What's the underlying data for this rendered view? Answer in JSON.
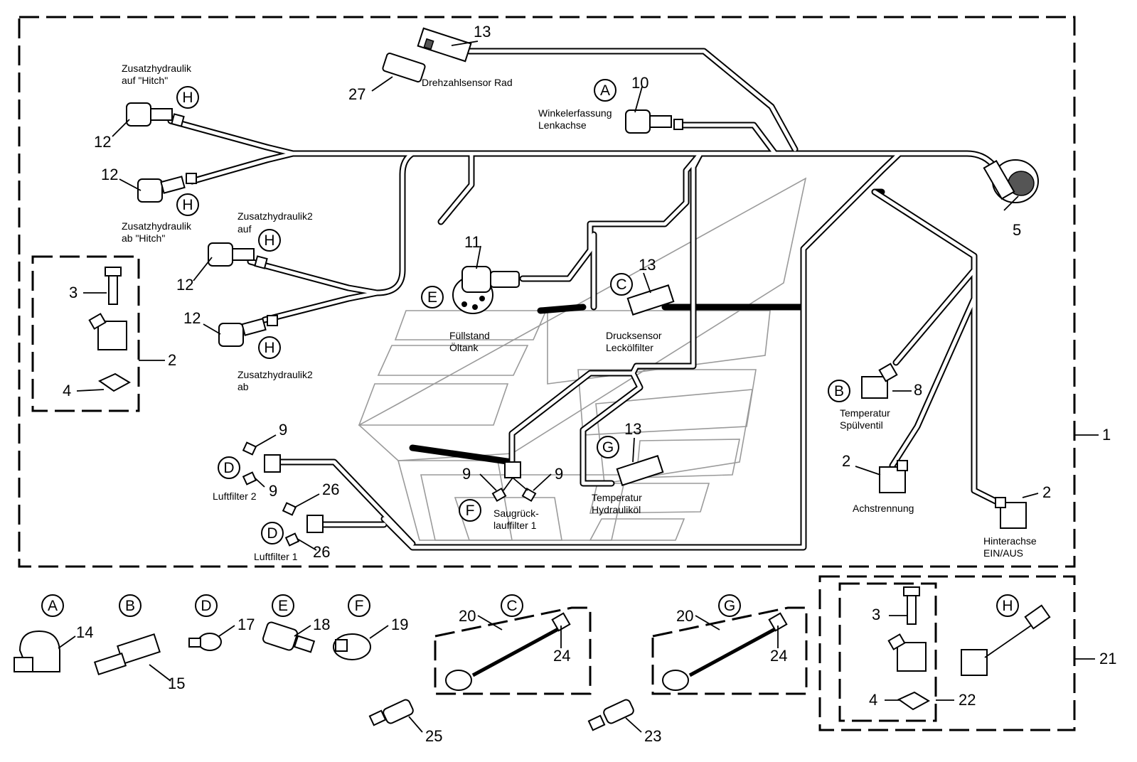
{
  "numbers": {
    "n1": "1",
    "n2a": "2",
    "n2b": "2",
    "n2c": "2",
    "n3a": "3",
    "n3b": "3",
    "n4a": "4",
    "n4b": "4",
    "n5": "5",
    "n8": "8",
    "n9a": "9",
    "n9b": "9",
    "n9c": "9",
    "n9d": "9",
    "n10": "10",
    "n11": "11",
    "n12a": "12",
    "n12b": "12",
    "n12c": "12",
    "n12d": "12",
    "n13a": "13",
    "n13b": "13",
    "n13c": "13",
    "n14": "14",
    "n15": "15",
    "n17": "17",
    "n18": "18",
    "n19": "19",
    "n20a": "20",
    "n20b": "20",
    "n21": "21",
    "n22": "22",
    "n23": "23",
    "n24a": "24",
    "n24b": "24",
    "n25": "25",
    "n26a": "26",
    "n26b": "26",
    "n27": "27"
  },
  "letters": {
    "A": "A",
    "B": "B",
    "C": "C",
    "D": "D",
    "E": "E",
    "F": "F",
    "G": "G",
    "H": "H"
  },
  "labels": {
    "hitch_auf_1": "Zusatzhydraulik",
    "hitch_auf_2": "auf \"Hitch\"",
    "hitch_ab_1": "Zusatzhydraulik",
    "hitch_ab_2": "ab \"Hitch\"",
    "zh2_auf_1": "Zusatzhydraulik2",
    "zh2_auf_2": "auf",
    "zh2_ab_1": "Zusatzhydraulik2",
    "zh2_ab_2": "ab",
    "drehzahl": "Drehzahlsensor Rad",
    "winkel_1": "Winkelerfassung",
    "winkel_2": "Lenkachse",
    "fuell_1": "Füllstand",
    "fuell_2": "Öltank",
    "druck_1": "Drucksensor",
    "druck_2": "Leckölfilter",
    "temp_spuel_1": "Temperatur",
    "temp_spuel_2": "Spülventil",
    "achs": "Achstrennung",
    "hinter_1": "Hinterachse",
    "hinter_2": "EIN/AUS",
    "temp_hyd_1": "Temperatur",
    "temp_hyd_2": "Hydrauliköl",
    "saug_1": "Saugrück-",
    "saug_2": "lauffilter 1",
    "luft2": "Luftfilter 2",
    "luft1": "Luftfilter 1"
  }
}
